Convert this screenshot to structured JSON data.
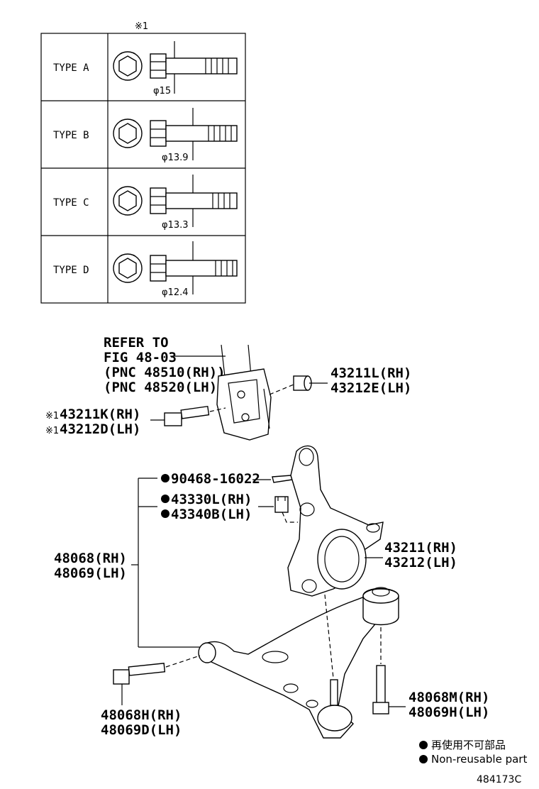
{
  "note_mark": "※1",
  "types": [
    {
      "label": "TYPE A",
      "dia": "φ15"
    },
    {
      "label": "TYPE B",
      "dia": "φ13.9"
    },
    {
      "label": "TYPE C",
      "dia": "φ13.3"
    },
    {
      "label": "TYPE D",
      "dia": "φ12.4"
    }
  ],
  "refer": {
    "line1": "REFER TO",
    "line2": "FIG 48-03",
    "line3": "(PNC 48510(RH))",
    "line4": "(PNC 48520(LH))"
  },
  "parts": {
    "nut_top_rh": "43211L(RH)",
    "nut_top_lh": "43212E(LH)",
    "bolt_rh": "43211K(RH)",
    "bolt_lh": "43212D(LH)",
    "bolt_mark": "※1",
    "pin": "90468-16022",
    "nut_rh": "43330L(RH)",
    "nut_lh": "43340B(LH)",
    "arm_rh": "48068(RH)",
    "arm_lh": "48069(LH)",
    "knuckle_rh": "43211(RH)",
    "knuckle_lh": "43212(LH)",
    "rear_bolt_rh": "48068M(RH)",
    "rear_bolt_lh": "48069H(LH)",
    "front_bolt_rh": "48068H(RH)",
    "front_bolt_lh": "48069D(LH)"
  },
  "legend": {
    "jp": "再使用不可部品",
    "en": "Non-reusable part"
  },
  "figure_id": "484173C"
}
